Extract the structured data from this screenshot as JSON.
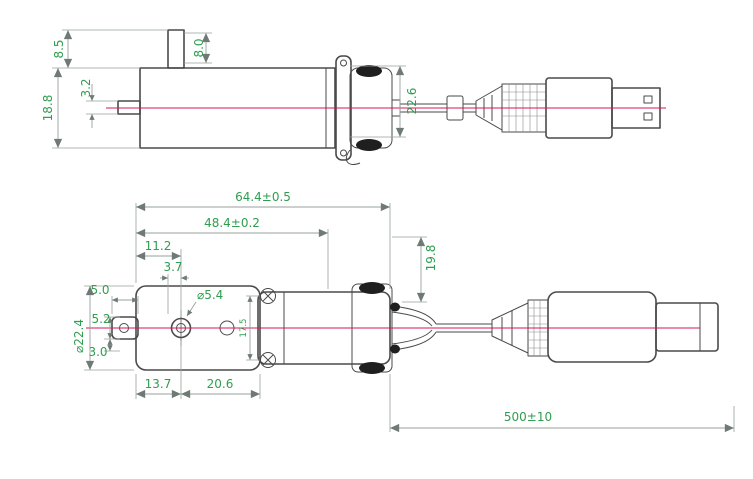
{
  "drawing": {
    "kind": "engineering-dimension-drawing",
    "subject": "Micro gear motor with mounting bracket, cable and connector — two orthographic views"
  },
  "colors": {
    "background": "#ffffff",
    "outline": "#4a4a4a",
    "fill_dark": "#1f1f1f",
    "dimension_line": "#97a19b",
    "dimension_text": "#2f9e4f",
    "centerline": "#d4155a"
  },
  "side_view": {
    "dims": {
      "top_shaft_length": "8.0",
      "top_shaft_projection": "8.5",
      "left_shaft_diameter": "3.2",
      "body_height": "18.8",
      "bracket_height": "22.6"
    }
  },
  "plan_view": {
    "dims": {
      "overall_length": "64.4±0.5",
      "body_length": "48.4±0.2",
      "shaft_from_left_edge": "11.2",
      "shaft_offset": "3.7",
      "shaft_diameter": "⌀5.4",
      "clamp_height": "19.8",
      "lug_width": "5.0",
      "lug_height": "5.2",
      "gearbox_diameter": "⌀22.4",
      "lug_thickness": "3.0",
      "mount_to_shaft": "13.7",
      "shaft_to_body_edge": "20.6",
      "screw_spacing": "17.5",
      "cable_length": "500±10"
    }
  }
}
